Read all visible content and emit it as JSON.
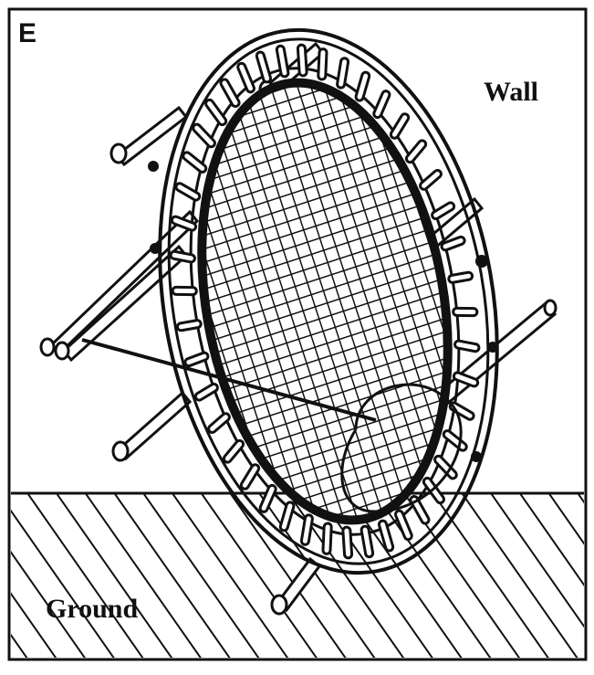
{
  "figure": {
    "panel_label": "E",
    "wall_label": "Wall",
    "ground_label": "Ground"
  },
  "colors": {
    "ink": "#111111",
    "paper": "#ffffff"
  }
}
